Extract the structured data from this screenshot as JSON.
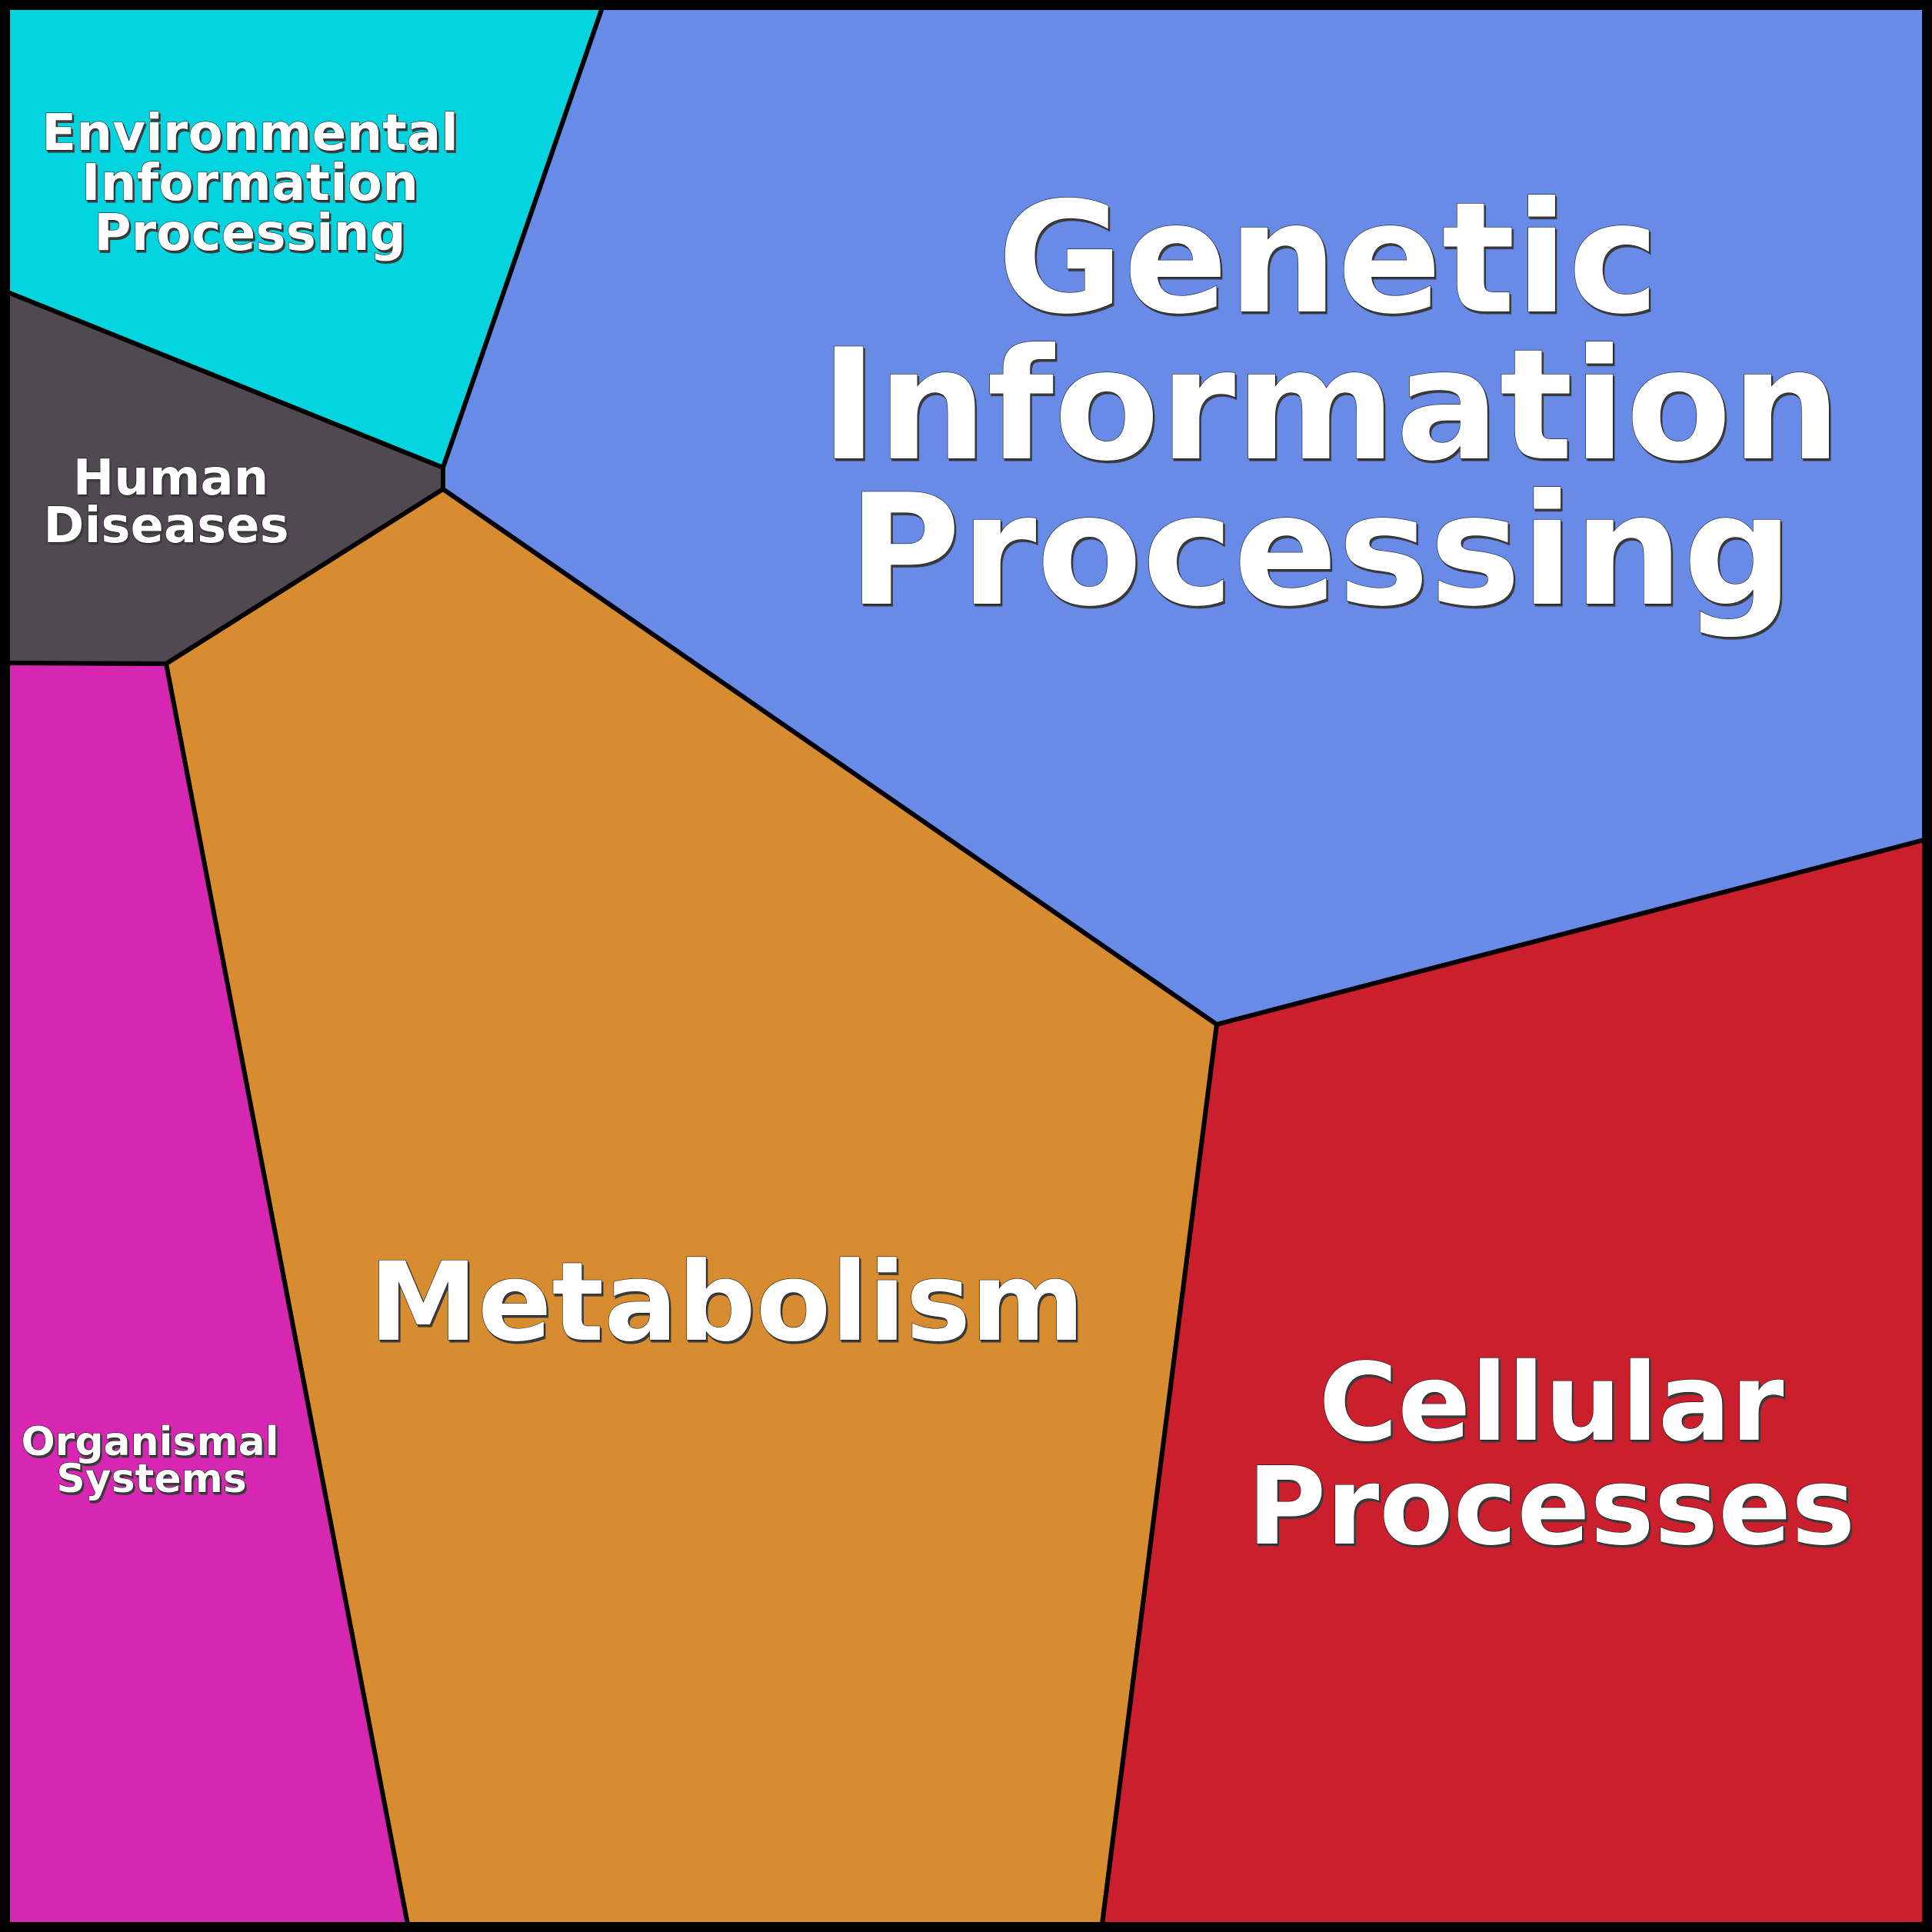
{
  "diagram": {
    "type": "voronoi-treemap",
    "border_color": "#000000",
    "cells": [
      {
        "id": "environmental-information-processing",
        "lines": [
          "Environmental",
          "Information",
          "Processing"
        ],
        "color": "#04D4DF"
      },
      {
        "id": "genetic-information-processing",
        "lines": [
          "Genetic",
          "Information",
          "Processing"
        ],
        "color": "#688BE7"
      },
      {
        "id": "human-diseases",
        "lines": [
          "Human",
          "Diseases"
        ],
        "color": "#514951"
      },
      {
        "id": "metabolism",
        "lines": [
          "Metabolism"
        ],
        "color": "#D78D2F"
      },
      {
        "id": "cellular-processes",
        "lines": [
          "Cellular",
          "Processes"
        ],
        "color": "#CC1F2E"
      },
      {
        "id": "organismal-systems",
        "lines": [
          "Organismal",
          "Systems"
        ],
        "color": "#D726B1"
      }
    ]
  }
}
